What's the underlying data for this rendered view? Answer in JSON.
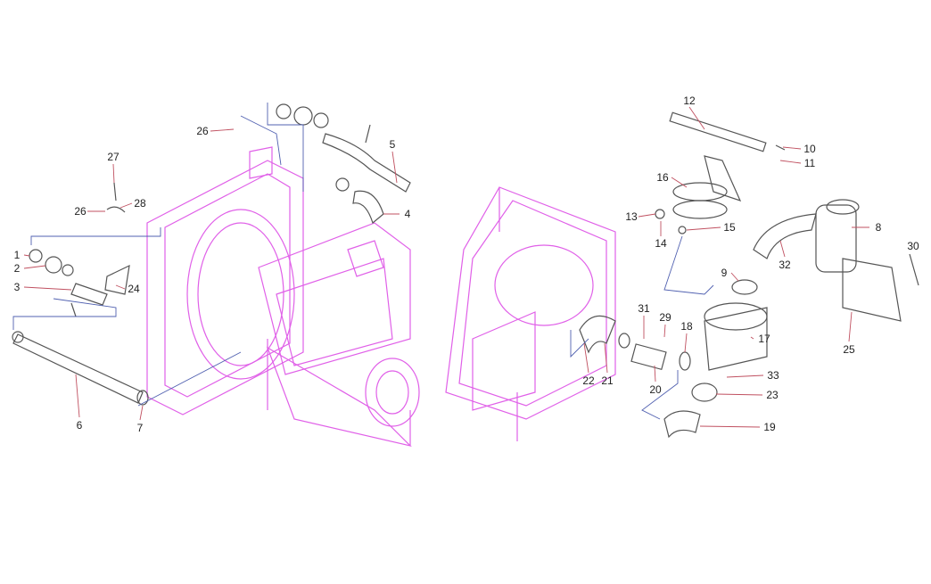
{
  "title": "Cooling and air intake system exploded parts diagram",
  "colors": {
    "engine": "#e060e8",
    "parts": "#555555",
    "leader": "#c05060",
    "group_line": "#5060b0",
    "label": "#222222"
  },
  "callouts": [
    {
      "id": "c12",
      "num": "12"
    },
    {
      "id": "c10",
      "num": "10"
    },
    {
      "id": "c11",
      "num": "11"
    },
    {
      "id": "c16",
      "num": "16"
    },
    {
      "id": "c5",
      "num": "5"
    },
    {
      "id": "c26a",
      "num": "26"
    },
    {
      "id": "c27",
      "num": "27"
    },
    {
      "id": "c28",
      "num": "28"
    },
    {
      "id": "c26b",
      "num": "26"
    },
    {
      "id": "c4",
      "num": "4"
    },
    {
      "id": "c13",
      "num": "13"
    },
    {
      "id": "c14",
      "num": "14"
    },
    {
      "id": "c15",
      "num": "15"
    },
    {
      "id": "c8",
      "num": "8"
    },
    {
      "id": "c30",
      "num": "30"
    },
    {
      "id": "c32",
      "num": "32"
    },
    {
      "id": "c1",
      "num": "1"
    },
    {
      "id": "c2",
      "num": "2"
    },
    {
      "id": "c3",
      "num": "3"
    },
    {
      "id": "c24",
      "num": "24"
    },
    {
      "id": "c9",
      "num": "9"
    },
    {
      "id": "c25",
      "num": "25"
    },
    {
      "id": "c31",
      "num": "31"
    },
    {
      "id": "c29",
      "num": "29"
    },
    {
      "id": "c18",
      "num": "18"
    },
    {
      "id": "c17",
      "num": "17"
    },
    {
      "id": "c22",
      "num": "22"
    },
    {
      "id": "c21",
      "num": "21"
    },
    {
      "id": "c20",
      "num": "20"
    },
    {
      "id": "c33",
      "num": "33"
    },
    {
      "id": "c23",
      "num": "23"
    },
    {
      "id": "c19",
      "num": "19"
    },
    {
      "id": "c6",
      "num": "6"
    },
    {
      "id": "c7",
      "num": "7"
    }
  ]
}
